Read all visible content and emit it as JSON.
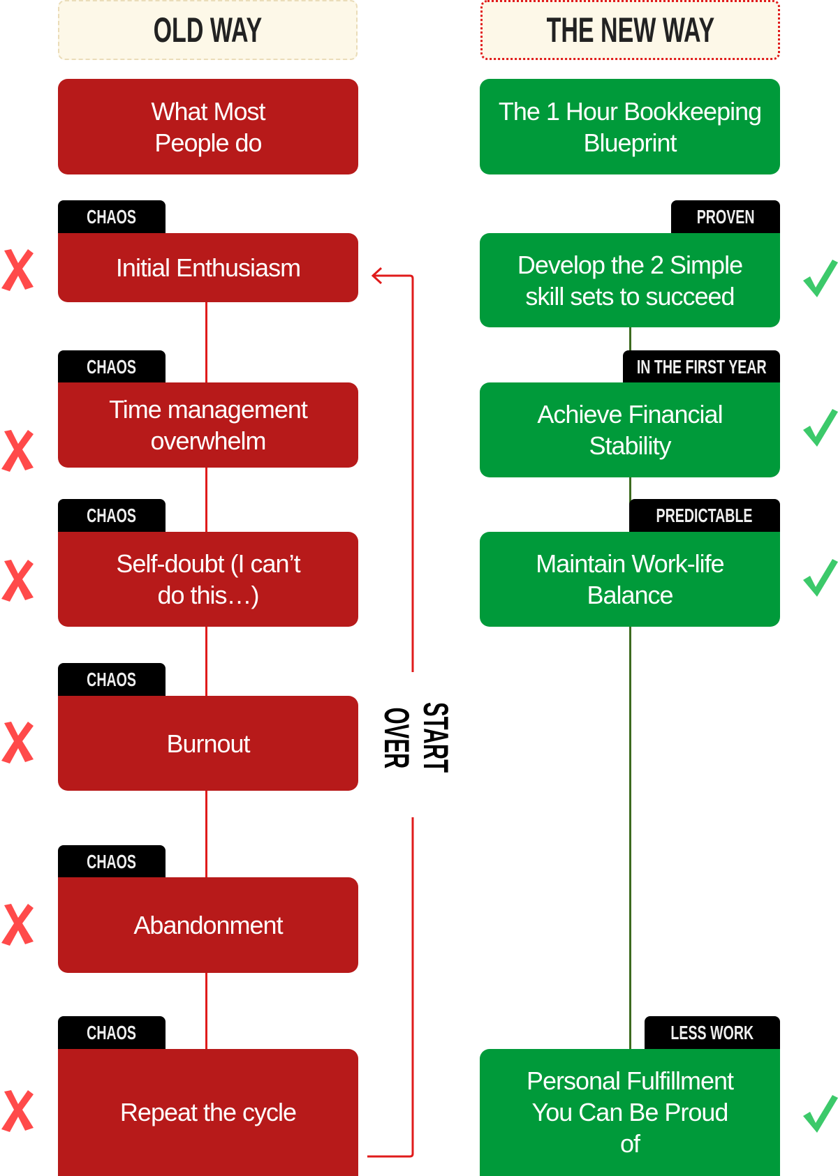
{
  "headers": {
    "old": "OLD WAY",
    "new": "THE NEW WAY"
  },
  "old_way": {
    "title": "What Most People do",
    "steps": [
      {
        "tag": "CHAOS",
        "label": "Initial Enthusiasm",
        "icon": "cross-icon"
      },
      {
        "tag": "CHAOS",
        "label": "Time management overwhelm",
        "icon": "cross-icon"
      },
      {
        "tag": "CHAOS",
        "label": "Self-doubt (I can’t do this…)",
        "icon": "cross-icon"
      },
      {
        "tag": "CHAOS",
        "label": "Burnout",
        "icon": "cross-icon"
      },
      {
        "tag": "CHAOS",
        "label": "Abandonment",
        "icon": "cross-icon"
      },
      {
        "tag": "CHAOS",
        "label": "Repeat the cycle",
        "icon": "cross-icon"
      }
    ],
    "loop_label": {
      "line1": "START",
      "line2": "OVER"
    }
  },
  "new_way": {
    "title": "The 1 Hour Bookkeeping Blueprint",
    "steps": [
      {
        "tag": "PROVEN",
        "label": "Develop the 2 Simple skill sets to succeed",
        "icon": "check-icon"
      },
      {
        "tag": "IN THE FIRST YEAR",
        "label": "Achieve Financial Stability",
        "icon": "check-icon"
      },
      {
        "tag": "PREDICTABLE",
        "label": "Maintain Work-life Balance",
        "icon": "check-icon"
      },
      {
        "tag": "LESS WORK",
        "label": "Personal Fulfillment You Can Be Proud of",
        "icon": "check-icon"
      }
    ]
  },
  "colors": {
    "red": "#b71a1a",
    "green": "#009a3a",
    "cross": "#ff4a4a",
    "check": "#3cc96a",
    "tag": "#000000"
  }
}
